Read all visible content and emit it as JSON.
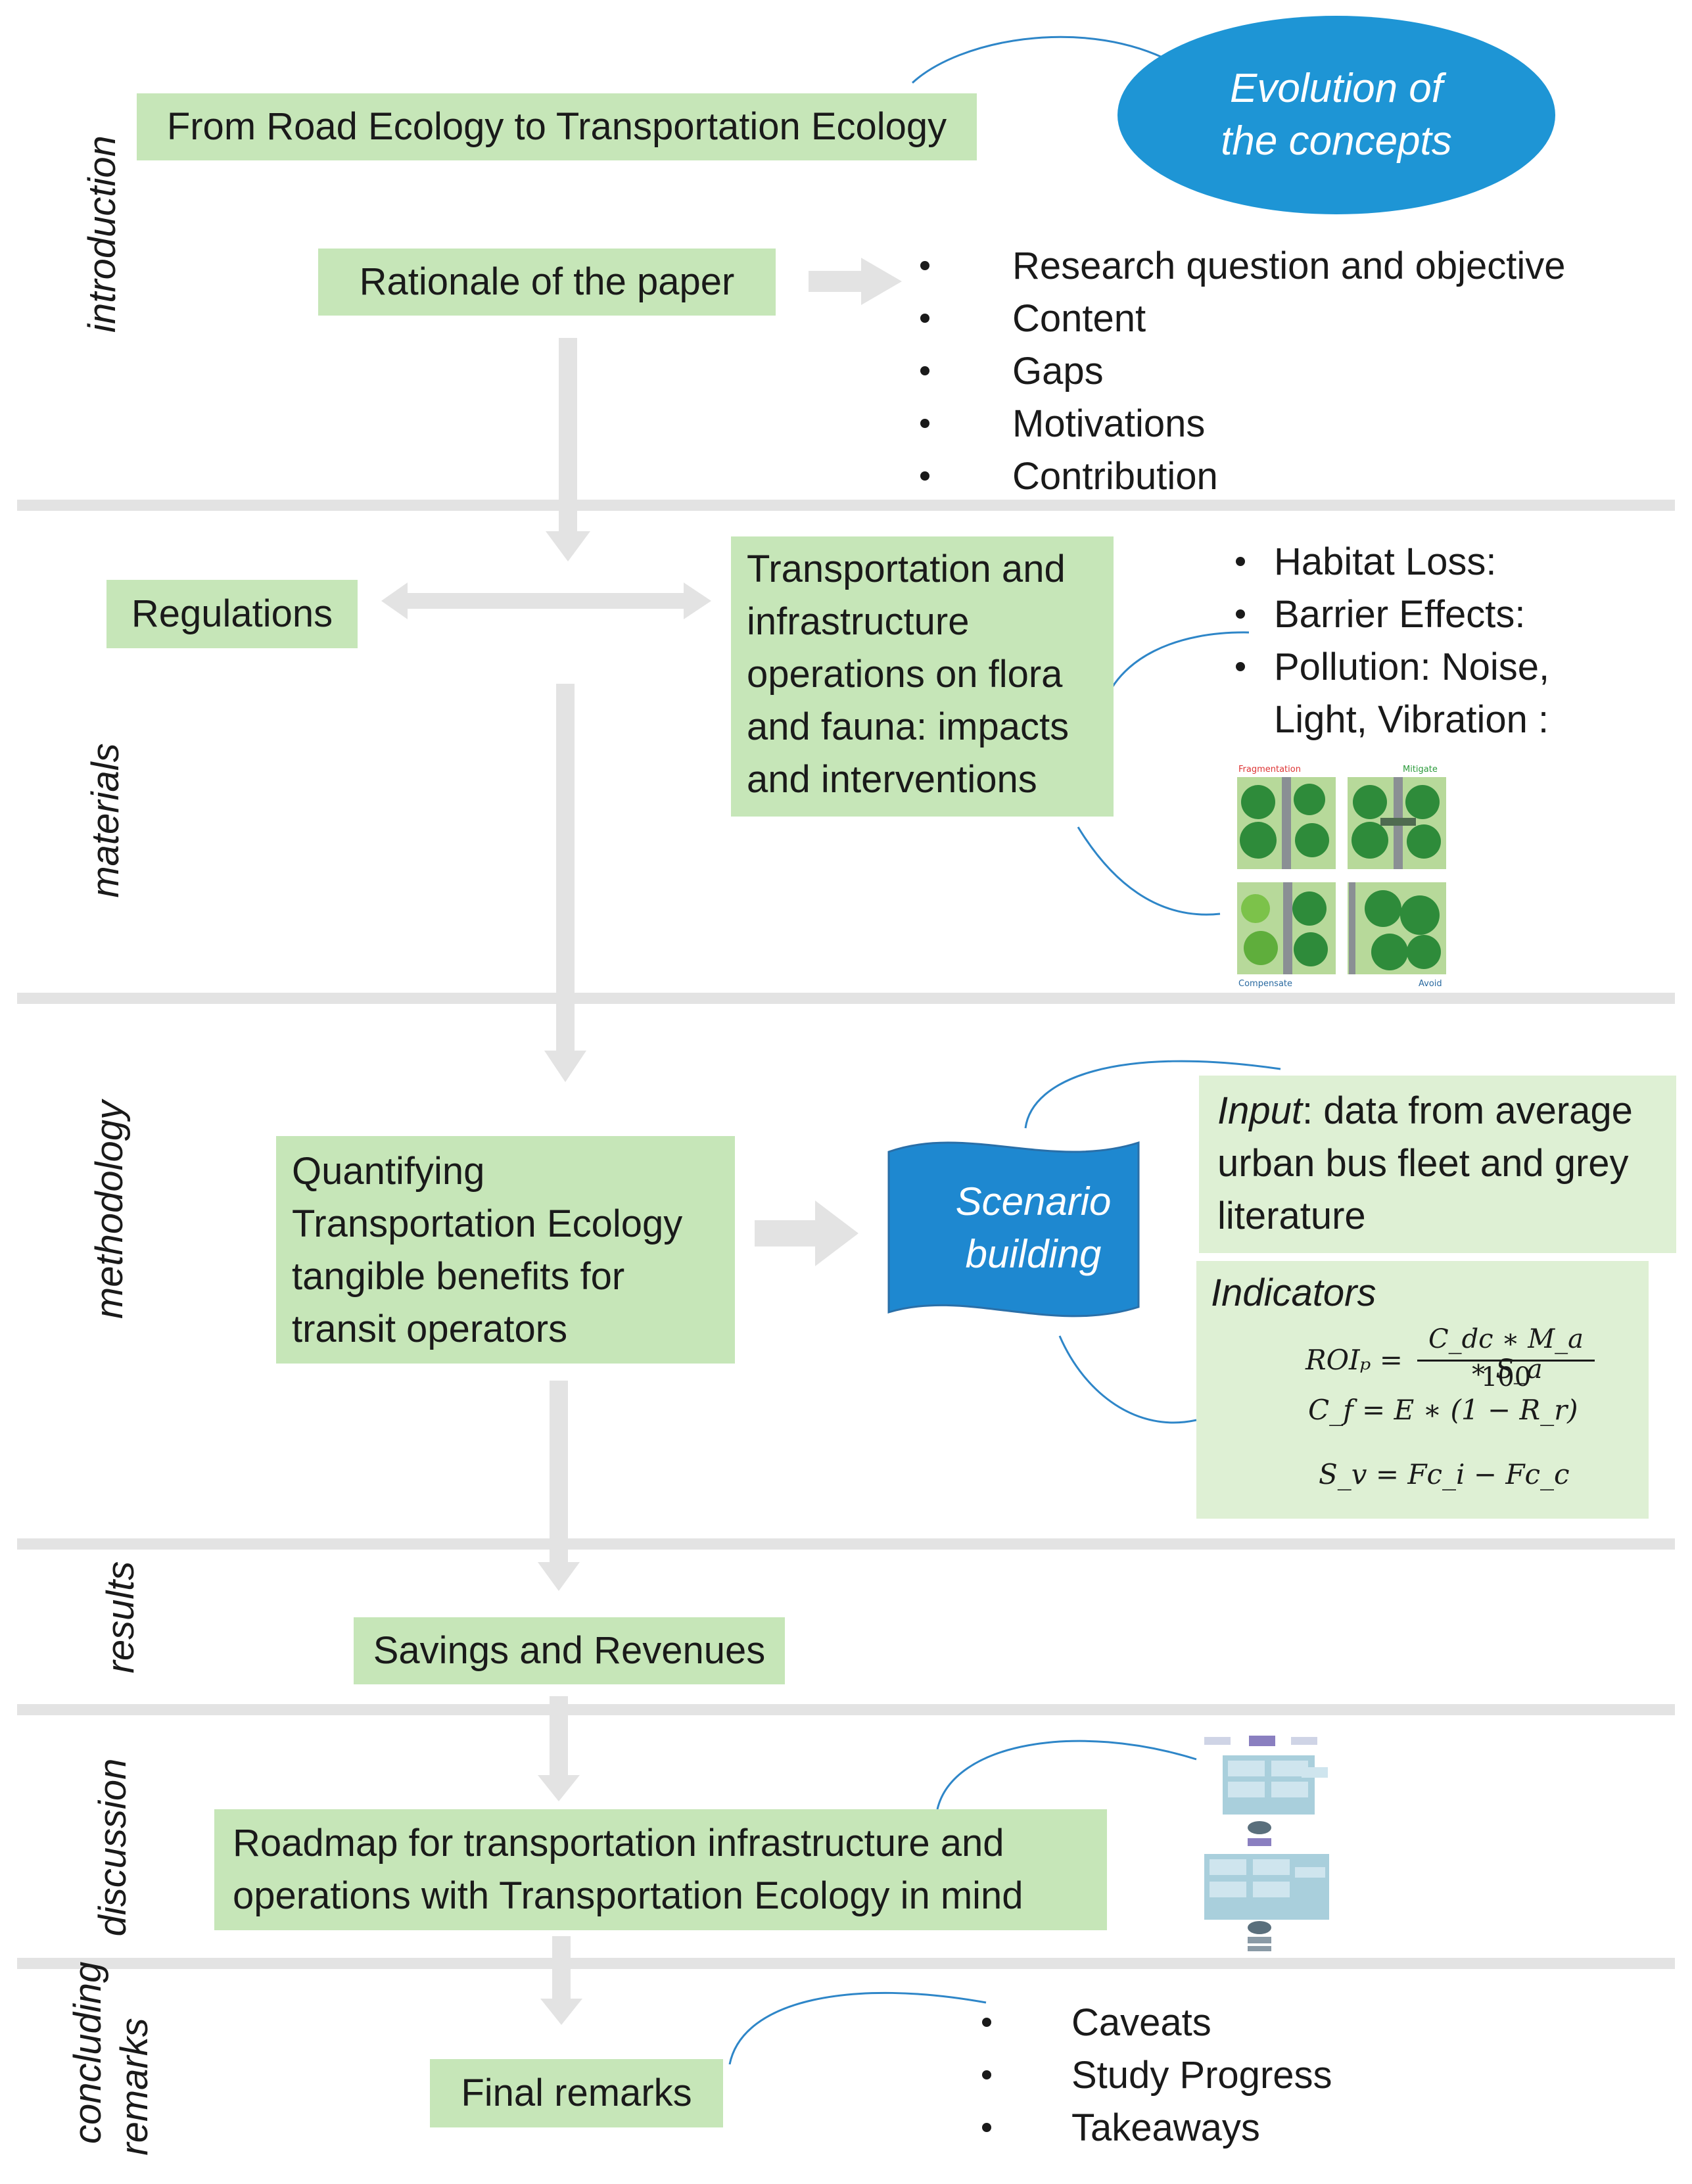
{
  "sections": {
    "introduction": "introduction",
    "materials": "materials",
    "methodology": "methodology",
    "results": "results",
    "discussion": "discussion",
    "concluding_line1": "concluding",
    "concluding_line2": "remarks"
  },
  "boxes": {
    "road_ecology": "From Road Ecology to Transportation Ecology",
    "rationale": "Rationale of the paper",
    "regulations": "Regulations",
    "transport_lines": [
      "Transportation and",
      "infrastructure",
      "operations on flora",
      "and fauna: impacts",
      "and interventions"
    ],
    "quantifying_lines": [
      "Quantifying",
      "Transportation Ecology",
      "tangible benefits for",
      "transit operators"
    ],
    "input_label": "Input",
    "input_rest": ": data from average",
    "input_lines": [
      "urban bus fleet and grey",
      "literature"
    ],
    "indicators": "Indicators",
    "savings": "Savings and Revenues",
    "roadmap_lines": [
      "Roadmap for transportation infrastructure and",
      "operations with Transportation Ecology in mind"
    ],
    "final": "Final remarks"
  },
  "ellipse": {
    "line1": "Evolution of",
    "line2": "the concepts"
  },
  "scenario": {
    "line1": "Scenario",
    "line2": "building"
  },
  "rationale_bullets": [
    "Research question and objective",
    "Content",
    "Gaps",
    "Motivations",
    "Contribution"
  ],
  "impact_bullets": [
    "Habitat Loss:",
    "Barrier Effects:",
    "Pollution: Noise,"
  ],
  "impact_bullet_continuation": "Light, Vibration :",
  "final_bullets": [
    "Caveats",
    "Study Progress",
    "Takeaways"
  ],
  "thumbnail_labels": {
    "top_left": "Fragmentation",
    "top_right": "Mitigate",
    "bottom_left": "Compensate",
    "bottom_right": "Avoid"
  },
  "formulas": {
    "roi_lhs": "ROIₚ =",
    "roi_num": "C_dc ∗ M_a ∗ S_a",
    "roi_den": "100",
    "cf": "C_f  = E ∗ (1 − R_r)",
    "sv": "S_v  =  Fc_i −  Fc_c"
  },
  "colors": {
    "box_fill": "#c6e6b8",
    "ellipse_fill": "#1e95d5",
    "scenario_fill": "#1e88d0",
    "connector": "#2e86c8",
    "arrow": "#e3e3e3"
  }
}
